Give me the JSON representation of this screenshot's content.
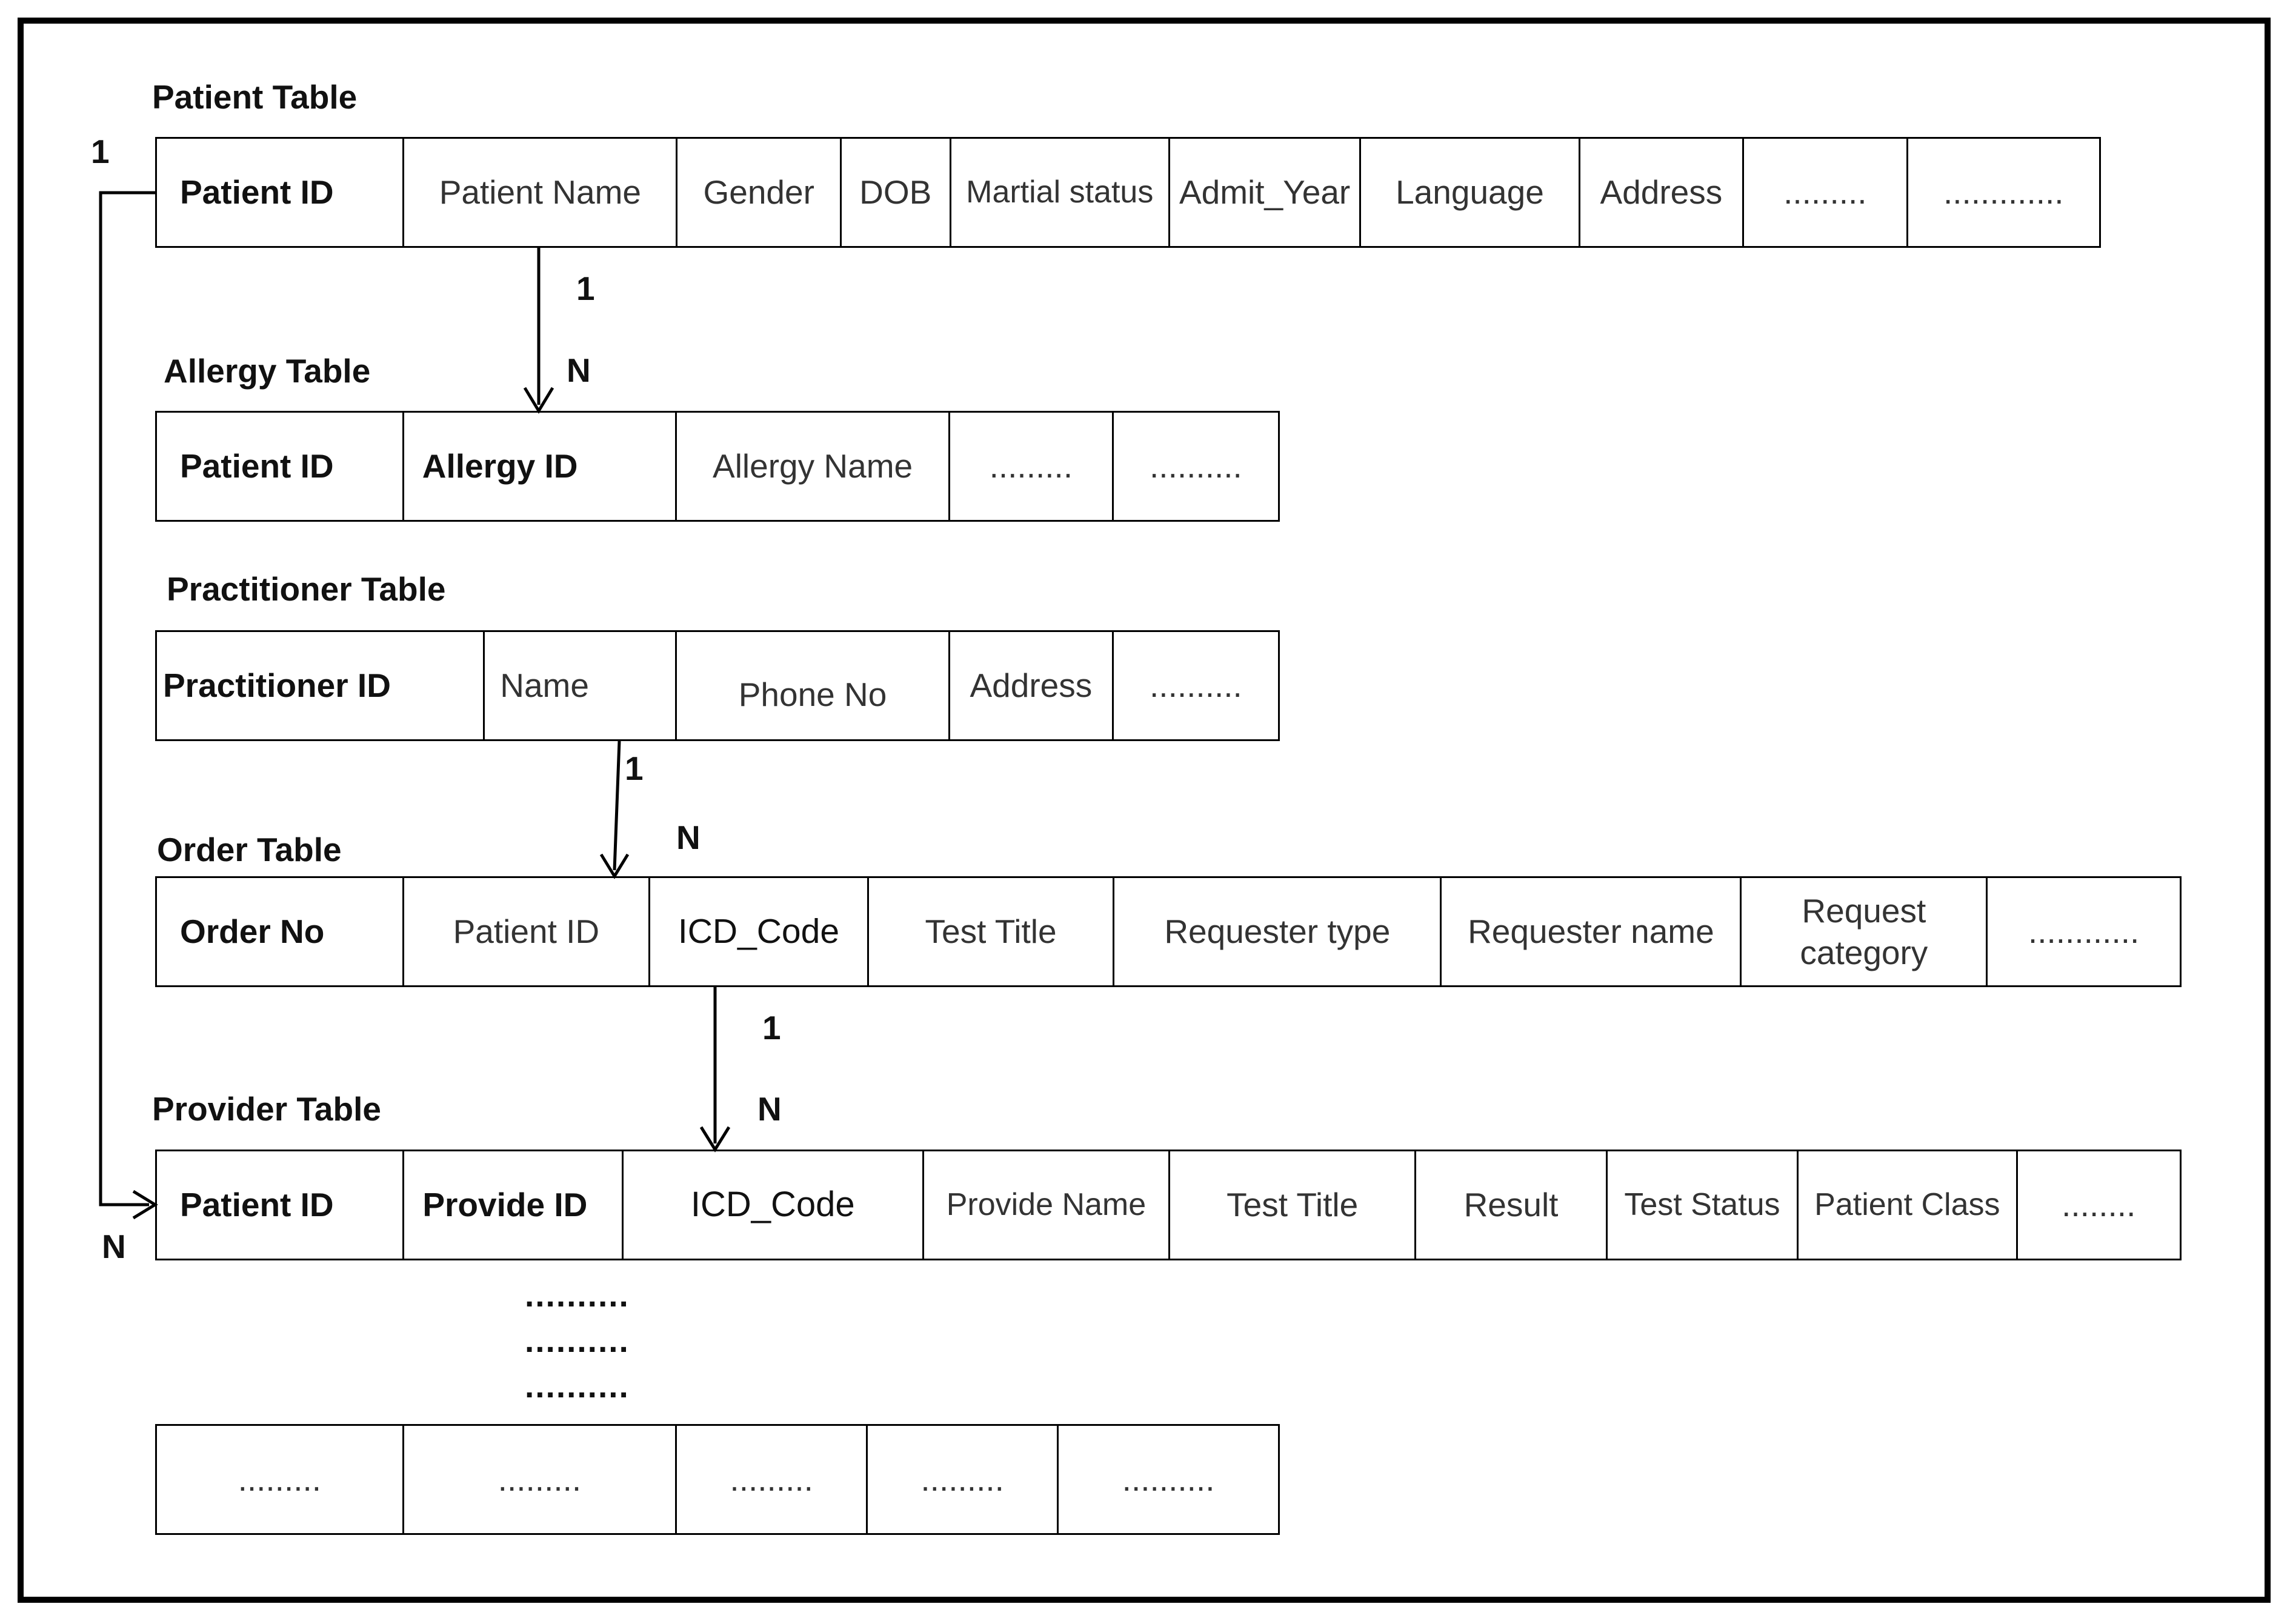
{
  "tables": [
    {
      "label": "Patient Table",
      "cells": [
        "Patient ID",
        "Patient Name",
        "Gender",
        "DOB",
        "Martial status",
        "Admit_Year",
        "Language",
        "Address",
        ".........",
        "............."
      ]
    },
    {
      "label": "Allergy Table",
      "cells": [
        "Patient ID",
        "Allergy ID",
        "Allergy Name",
        ".........",
        ".........."
      ]
    },
    {
      "label": "Practitioner Table",
      "cells": [
        "Practitioner ID",
        "Name",
        "Phone No",
        "Address",
        ".........."
      ]
    },
    {
      "label": "Order  Table",
      "cells": [
        "Order No",
        "Patient ID",
        "ICD_Code",
        "Test Title",
        "Requester type",
        "Requester name",
        "Request category",
        "............"
      ]
    },
    {
      "label": "Provider Table",
      "cells": [
        "Patient ID",
        "Provide ID",
        "ICD_Code",
        "Provide Name",
        "Test Title",
        "Result",
        "Test Status",
        "Patient Class",
        "........"
      ]
    },
    {
      "label": "",
      "cells": [
        ".........",
        ".........",
        ".........",
        ".........",
        ".........."
      ]
    }
  ],
  "continuation_dots": [
    "..........",
    "..........",
    ".........."
  ],
  "cardinalities": {
    "patient_to_allergy": {
      "from": "1",
      "to": "N"
    },
    "practitioner_to_order": {
      "from": "1",
      "to": "N"
    },
    "order_to_provider": {
      "from": "1",
      "to": "N"
    },
    "patient_to_provider": {
      "from": "1",
      "to": "N"
    }
  }
}
